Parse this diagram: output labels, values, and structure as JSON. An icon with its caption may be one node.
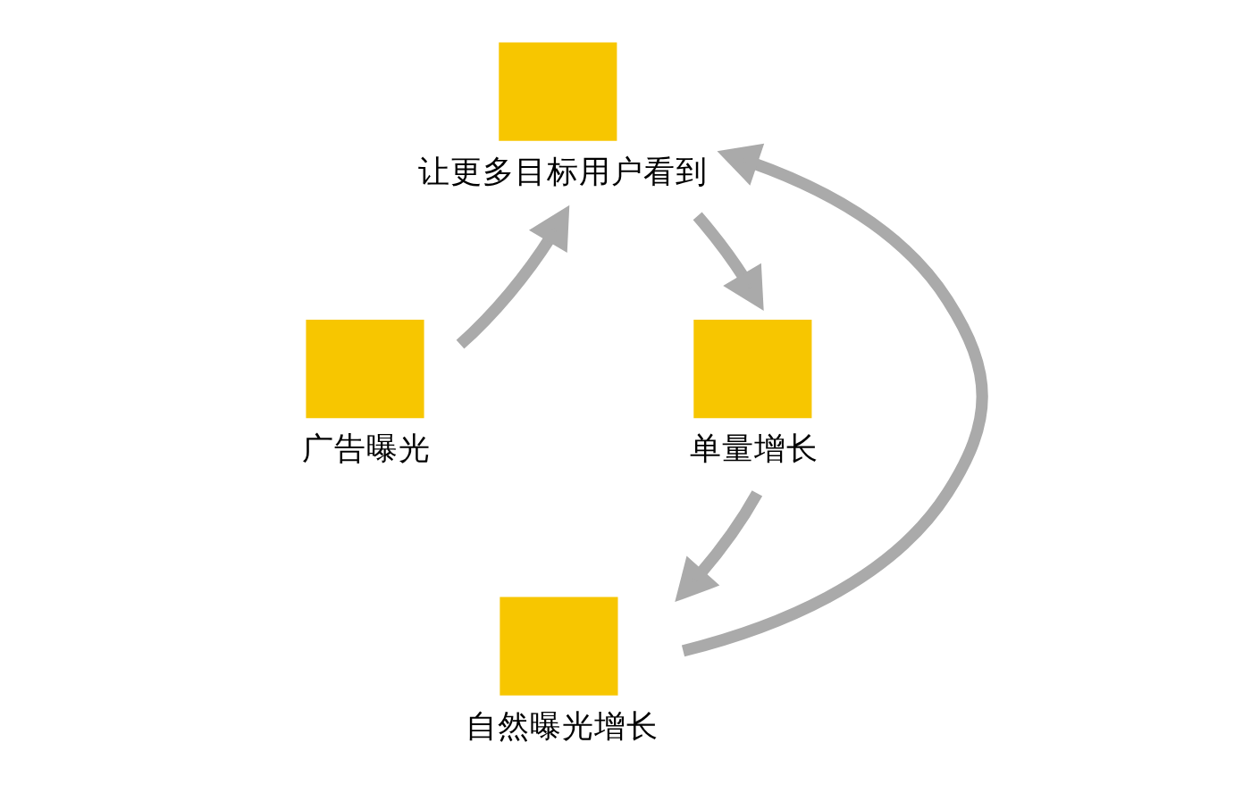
{
  "diagram": {
    "nodes": [
      {
        "text": [
          "广告曝光"
        ]
      },
      {
        "text": [
          "让更多目标用户看到"
        ]
      },
      {
        "text": [
          "单量增长"
        ]
      },
      {
        "text": [
          "自然曝光增长"
        ]
      }
    ],
    "edges": [
      {
        "from": 0,
        "to": 1,
        "arrow": "to"
      },
      {
        "from": 1,
        "to": 2,
        "arrow": "to"
      },
      {
        "from": 2,
        "to": 3,
        "arrow": "to"
      },
      {
        "from": 3,
        "to": 1,
        "arrow": "to"
      }
    ]
  }
}
